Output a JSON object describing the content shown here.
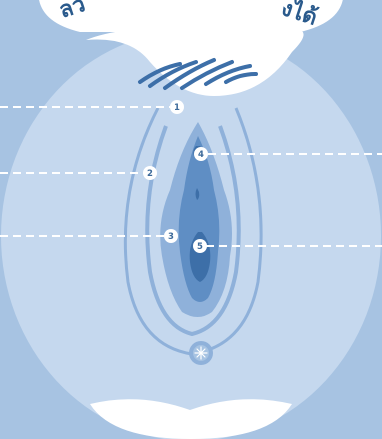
{
  "title": {
    "left_fragment": "ลว",
    "right_fragment": "งได้"
  },
  "markers": [
    {
      "id": "1",
      "label": "1"
    },
    {
      "id": "2",
      "label": "2"
    },
    {
      "id": "3",
      "label": "3"
    },
    {
      "id": "4",
      "label": "4"
    },
    {
      "id": "5",
      "label": "5"
    }
  ],
  "colors": {
    "background": "#a7c3e2",
    "oval": "#c5d8ee",
    "white": "#ffffff",
    "deep_blue": "#3d6fa8",
    "mid_blue": "#5f8ec4",
    "light_blue": "#8fb1da",
    "leader_line": "#ffffff"
  },
  "icons": {
    "anus": "asterisk-flower-icon",
    "hair": "hair-strokes-icon"
  }
}
